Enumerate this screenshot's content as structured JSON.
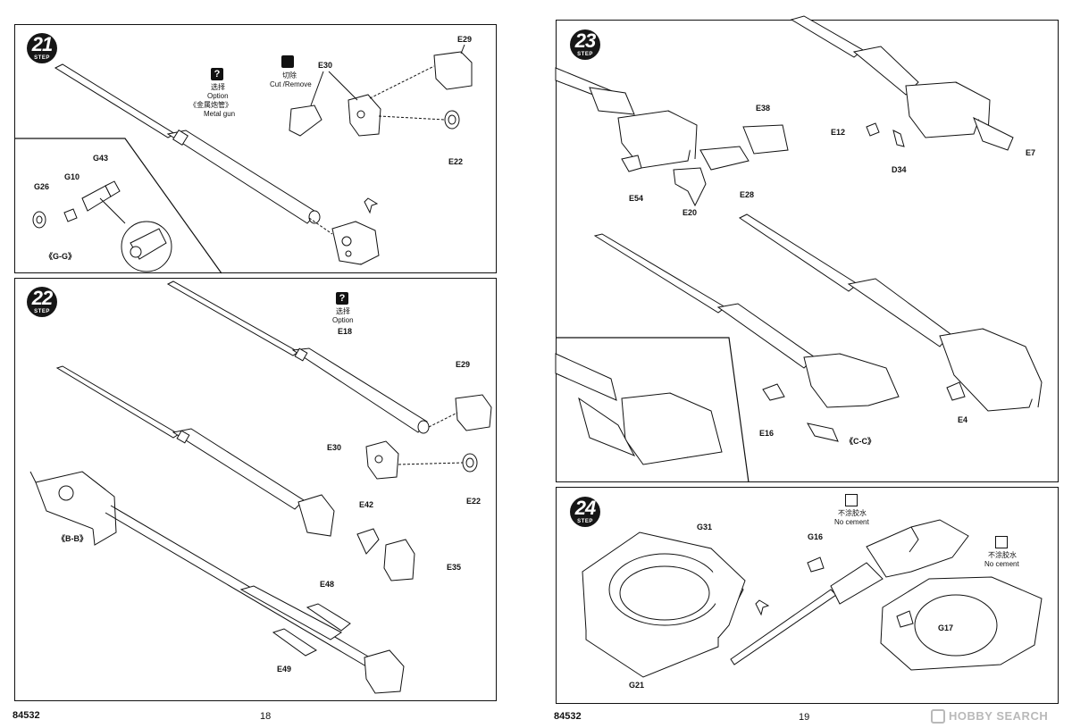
{
  "left_page": {
    "code": "84532",
    "page_number": "18",
    "step21": {
      "number": "21",
      "step_word": "STEP",
      "option_cn": "选择",
      "option_en": "Option",
      "metal_gun_cn": "《金属炮管》",
      "metal_gun_en": "Metal gun",
      "cut_cn": "切除",
      "cut_en": "Cut /Remove",
      "parts": {
        "e29": "E29",
        "e30": "E30",
        "e22": "E22",
        "g43": "G43",
        "g26": "G26",
        "g10": "G10"
      },
      "inset_label": "《G-G》"
    },
    "step22": {
      "number": "22",
      "step_word": "STEP",
      "option_cn": "选择",
      "option_en": "Option",
      "parts": {
        "e18": "E18",
        "e29": "E29",
        "e30": "E30",
        "e22": "E22",
        "e42": "E42",
        "e35": "E35",
        "e48": "E48",
        "e49": "E49"
      },
      "bb_label": "《B-B》"
    }
  },
  "right_page": {
    "code": "84532",
    "page_number": "19",
    "step23": {
      "number": "23",
      "step_word": "STEP",
      "parts": {
        "e38": "E38",
        "e12": "E12",
        "e7": "E7",
        "d34": "D34",
        "e54": "E54",
        "e20": "E20",
        "e28": "E28",
        "e16": "E16",
        "e4": "E4"
      },
      "cc_label": "《C-C》"
    },
    "step24": {
      "number": "24",
      "step_word": "STEP",
      "no_cement_cn": "不涂胶水",
      "no_cement_en": "No cement",
      "parts": {
        "g31": "G31",
        "g16": "G16",
        "g17": "G17",
        "g21": "G21"
      }
    }
  },
  "watermark": {
    "text": "HOBBY SEARCH"
  }
}
